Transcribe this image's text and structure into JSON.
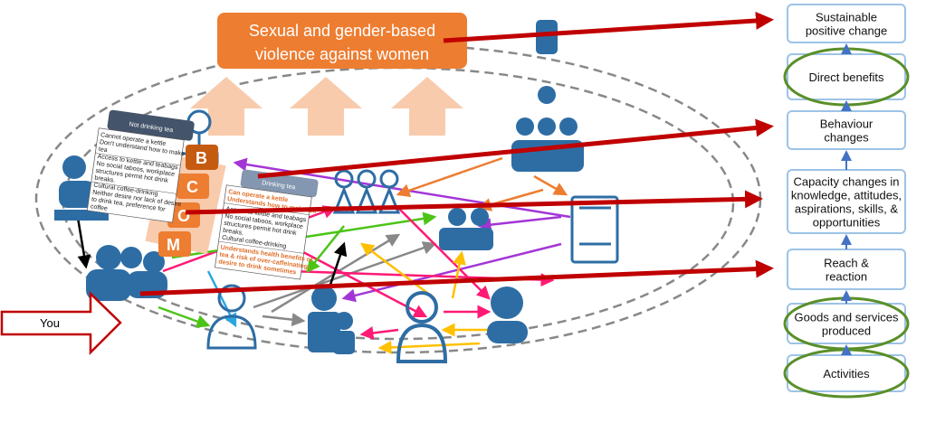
{
  "title": {
    "line1": "Sexual and gender-based",
    "line2": "violence against women"
  },
  "you_label": "You",
  "com_b_letters": [
    "B",
    "C",
    "O",
    "M"
  ],
  "card_not_drinking": {
    "header": "Not drinking tea",
    "lines": [
      "Cannot operate a kettle",
      "Don't understand how to make",
      "tea",
      "Access to kettle and teabags",
      "No social taboos, workplace",
      "structures permit hot drink",
      "breaks.",
      "Cultural coffee-drinking",
      "Neither desire nor lack of desire",
      "to drink tea, preference for",
      "coffee"
    ]
  },
  "card_drinking": {
    "header": "Drinking tea",
    "lines_capability": [
      "Can operate a kettle",
      "Understands how to make tea"
    ],
    "lines_opportunity": [
      "Access to kettle and teabags",
      "No social taboos, workplace",
      "structures permit hot drink",
      "breaks.",
      "Cultural coffee-drinking"
    ],
    "lines_motivation": [
      "Understands health benefits of",
      "tea & risk of over-caffeinating;",
      "desire to drink sometimes"
    ]
  },
  "outcome_chain": [
    {
      "lines": [
        "Sustainable",
        "positive change"
      ],
      "circled": false
    },
    {
      "lines": [
        "Direct benefits"
      ],
      "circled": true
    },
    {
      "lines": [
        "Behaviour",
        "changes"
      ],
      "circled": false
    },
    {
      "lines": [
        "Capacity changes in",
        "knowledge, attitudes,",
        "aspirations, skills, &",
        "opportunities"
      ],
      "circled": false
    },
    {
      "lines": [
        "Reach &",
        "reaction"
      ],
      "circled": false
    },
    {
      "lines": [
        "Goods and services",
        "produced"
      ],
      "circled": true
    },
    {
      "lines": [
        "Activities"
      ],
      "circled": true
    }
  ],
  "colors": {
    "title_orange": "#ed7d31",
    "icon_blue": "#2e6da4",
    "red_arrow": "#c00000",
    "box_border": "#9dc3e6",
    "circle_green": "#5a8f29"
  }
}
